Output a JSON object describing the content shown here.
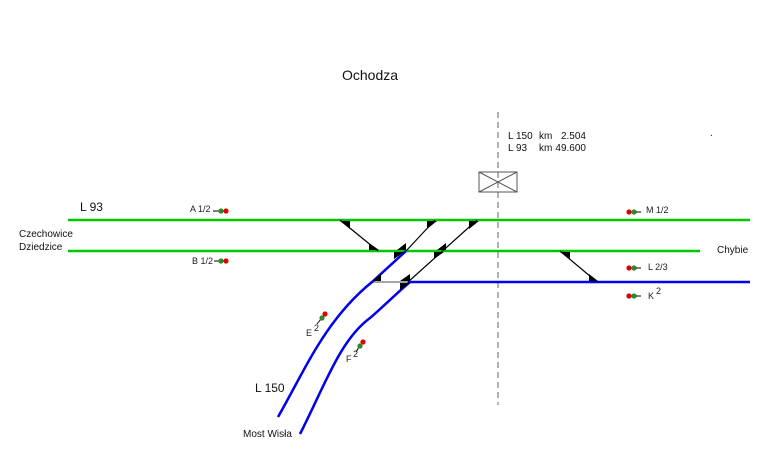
{
  "station": {
    "name": "Ochodza"
  },
  "kilometrage": {
    "line1": {
      "line": "L 150",
      "unit": "km",
      "value": "2.504"
    },
    "line2": {
      "line": "L 93",
      "unit": "km",
      "value": "49.600"
    }
  },
  "lines": {
    "l93": "L 93",
    "l150": "L 150"
  },
  "directions": {
    "west_line1": "Czechowice",
    "west_line2": "Dziedzice",
    "east": "Chybie",
    "south": "Most Wisła"
  },
  "signals": {
    "A": {
      "label": "A 1/2"
    },
    "B": {
      "label": "B 1/2"
    },
    "M": {
      "label": "M 1/2"
    },
    "L": {
      "label": "L 2/3"
    },
    "K": {
      "label": "K",
      "sup": "2"
    },
    "E": {
      "label": "E",
      "sup": "2"
    },
    "F": {
      "label": "F",
      "sup": "2"
    }
  },
  "misc": {
    "dot": "."
  },
  "colors": {
    "l93_track": "#00c800",
    "l150_track": "#0000ee",
    "crossover": "#000000",
    "axis": "#888888",
    "signal_red": "#e00000",
    "signal_green": "#2a8a2a"
  }
}
